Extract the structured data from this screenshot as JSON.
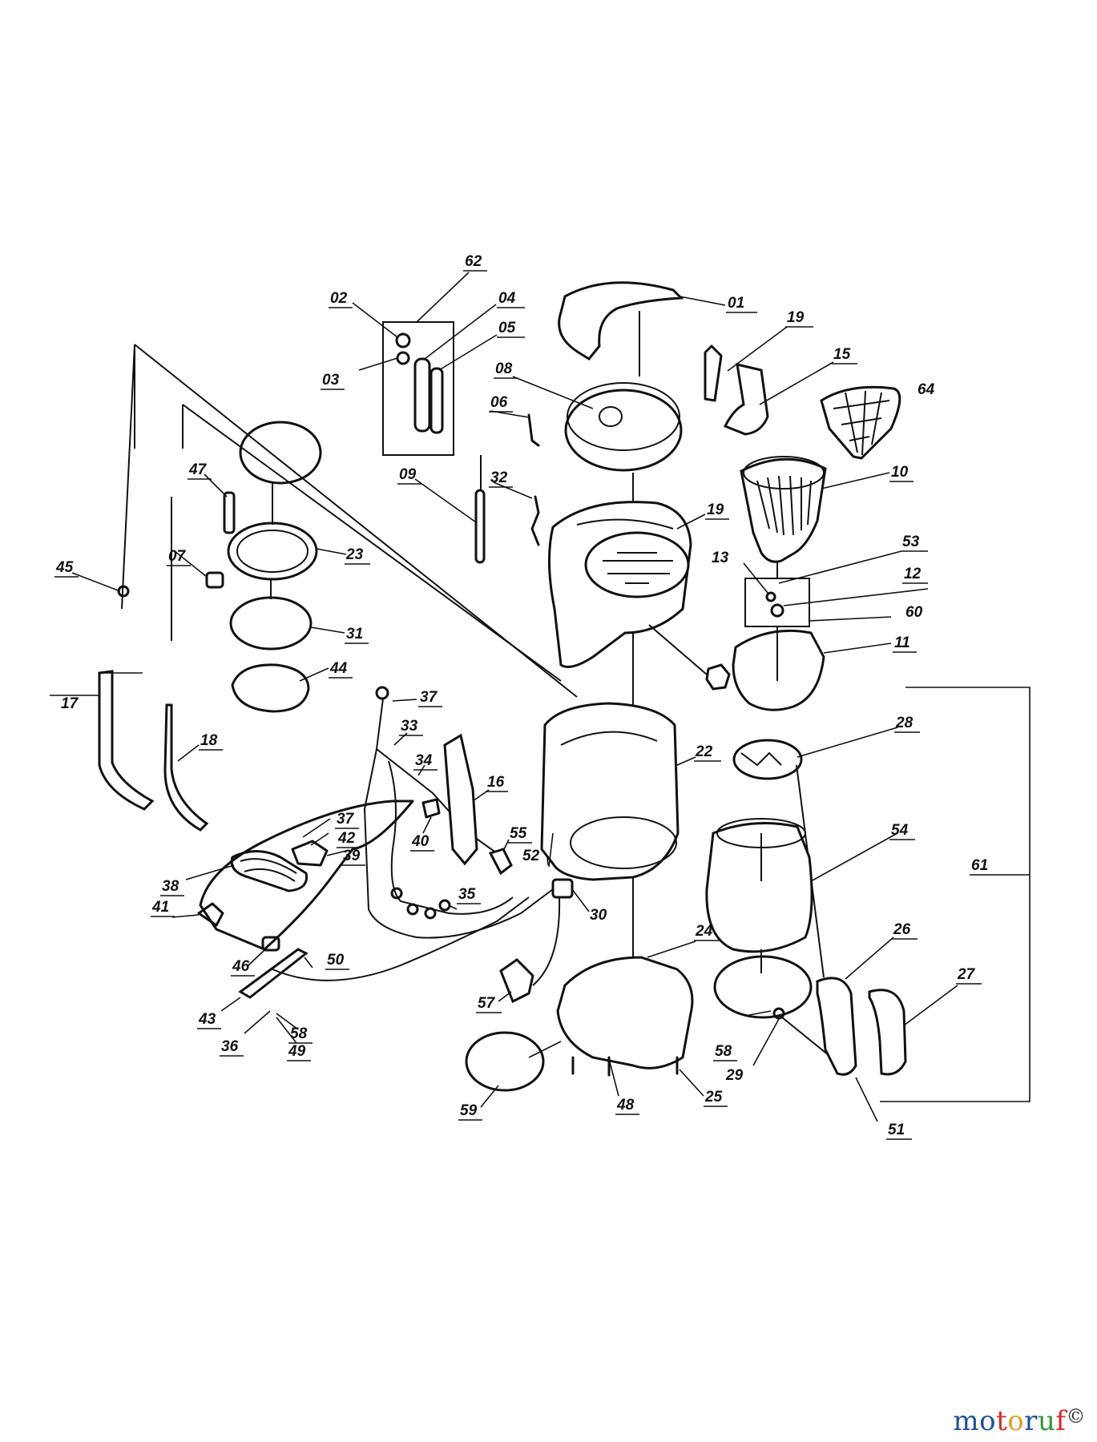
{
  "diagram": {
    "part_labels": [
      "01",
      "02",
      "03",
      "04",
      "05",
      "06",
      "07",
      "08",
      "09",
      "10",
      "11",
      "12",
      "13",
      "15",
      "16",
      "17",
      "18",
      "19",
      "19",
      "22",
      "23",
      "24",
      "25",
      "26",
      "27",
      "28",
      "29",
      "30",
      "31",
      "32",
      "33",
      "34",
      "35",
      "36",
      "37",
      "37",
      "38",
      "39",
      "40",
      "41",
      "42",
      "43",
      "44",
      "45",
      "46",
      "47",
      "48",
      "49",
      "50",
      "51",
      "52",
      "53",
      "54",
      "55",
      "57",
      "58",
      "58",
      "59",
      "60",
      "61",
      "62",
      "64"
    ]
  },
  "watermark": {
    "text": "motoruf",
    "letters": [
      {
        "ch": "m",
        "color": "#1f4e9c"
      },
      {
        "ch": "o",
        "color": "#1f4e9c"
      },
      {
        "ch": "t",
        "color": "#d42a2a"
      },
      {
        "ch": "o",
        "color": "#e0a020"
      },
      {
        "ch": "r",
        "color": "#1f4e9c"
      },
      {
        "ch": "u",
        "color": "#2f9a3a"
      },
      {
        "ch": "f",
        "color": "#d42a2a"
      }
    ],
    "seal_text": "©"
  }
}
